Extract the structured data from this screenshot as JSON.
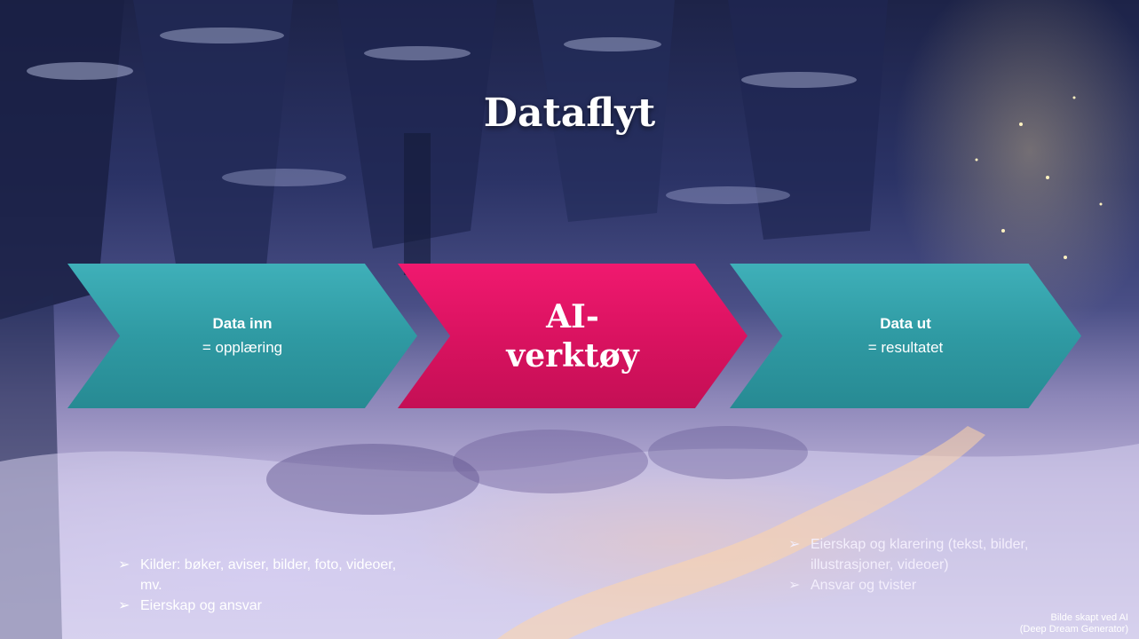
{
  "slide": {
    "title": "Dataflyt",
    "steps": [
      {
        "heading": "Data inn",
        "subtitle": "= opplæring",
        "color": "#2f9aa3"
      },
      {
        "heading": "AI-verktøy",
        "color": "#d8125f"
      },
      {
        "heading": "Data ut",
        "subtitle": "= resultatet",
        "color": "#2f9aa3"
      }
    ],
    "left_bullets": [
      "Kilder: bøker, aviser, bilder, foto, videoer, mv.",
      "Eierskap og ansvar"
    ],
    "right_bullets": [
      "Eierskap og klarering (tekst, bilder, illustrasjoner, videoer)",
      "Ansvar og tvister"
    ],
    "bullet_symbol": "➢",
    "credit_line1": "Bilde skapt ved AI",
    "credit_line2": "(Deep Dream Generator)"
  }
}
